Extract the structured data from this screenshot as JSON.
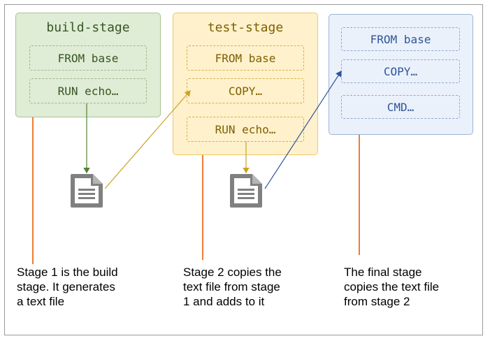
{
  "stages": [
    {
      "title": "build-stage",
      "steps": [
        "FROM base",
        "RUN echo…"
      ],
      "description": "Stage 1 is the build\nstage. It generates\na text file"
    },
    {
      "title": "test-stage",
      "steps": [
        "FROM base",
        "COPY…",
        "RUN echo…"
      ],
      "description": "Stage 2 copies the\ntext file from stage\n1 and adds to it"
    },
    {
      "steps": [
        "FROM base",
        "COPY…",
        "CMD…"
      ],
      "description": "The final stage\ncopies the text file\nfrom stage 2"
    }
  ],
  "icons": [
    "text-file-icon",
    "text-file-icon"
  ],
  "colors": {
    "stage1_fill": "#dfecd6",
    "stage1_text": "#375623",
    "stage2_fill": "#fff1cc",
    "stage2_text": "#7f6000",
    "stage3_fill": "#eaf1fb",
    "stage3_text": "#2f5597",
    "lifeline": "#ed7d31",
    "arrow_green": "#548235",
    "arrow_gold": "#c9a227",
    "arrow_blue": "#2f5597",
    "file_icon": "#808080"
  }
}
